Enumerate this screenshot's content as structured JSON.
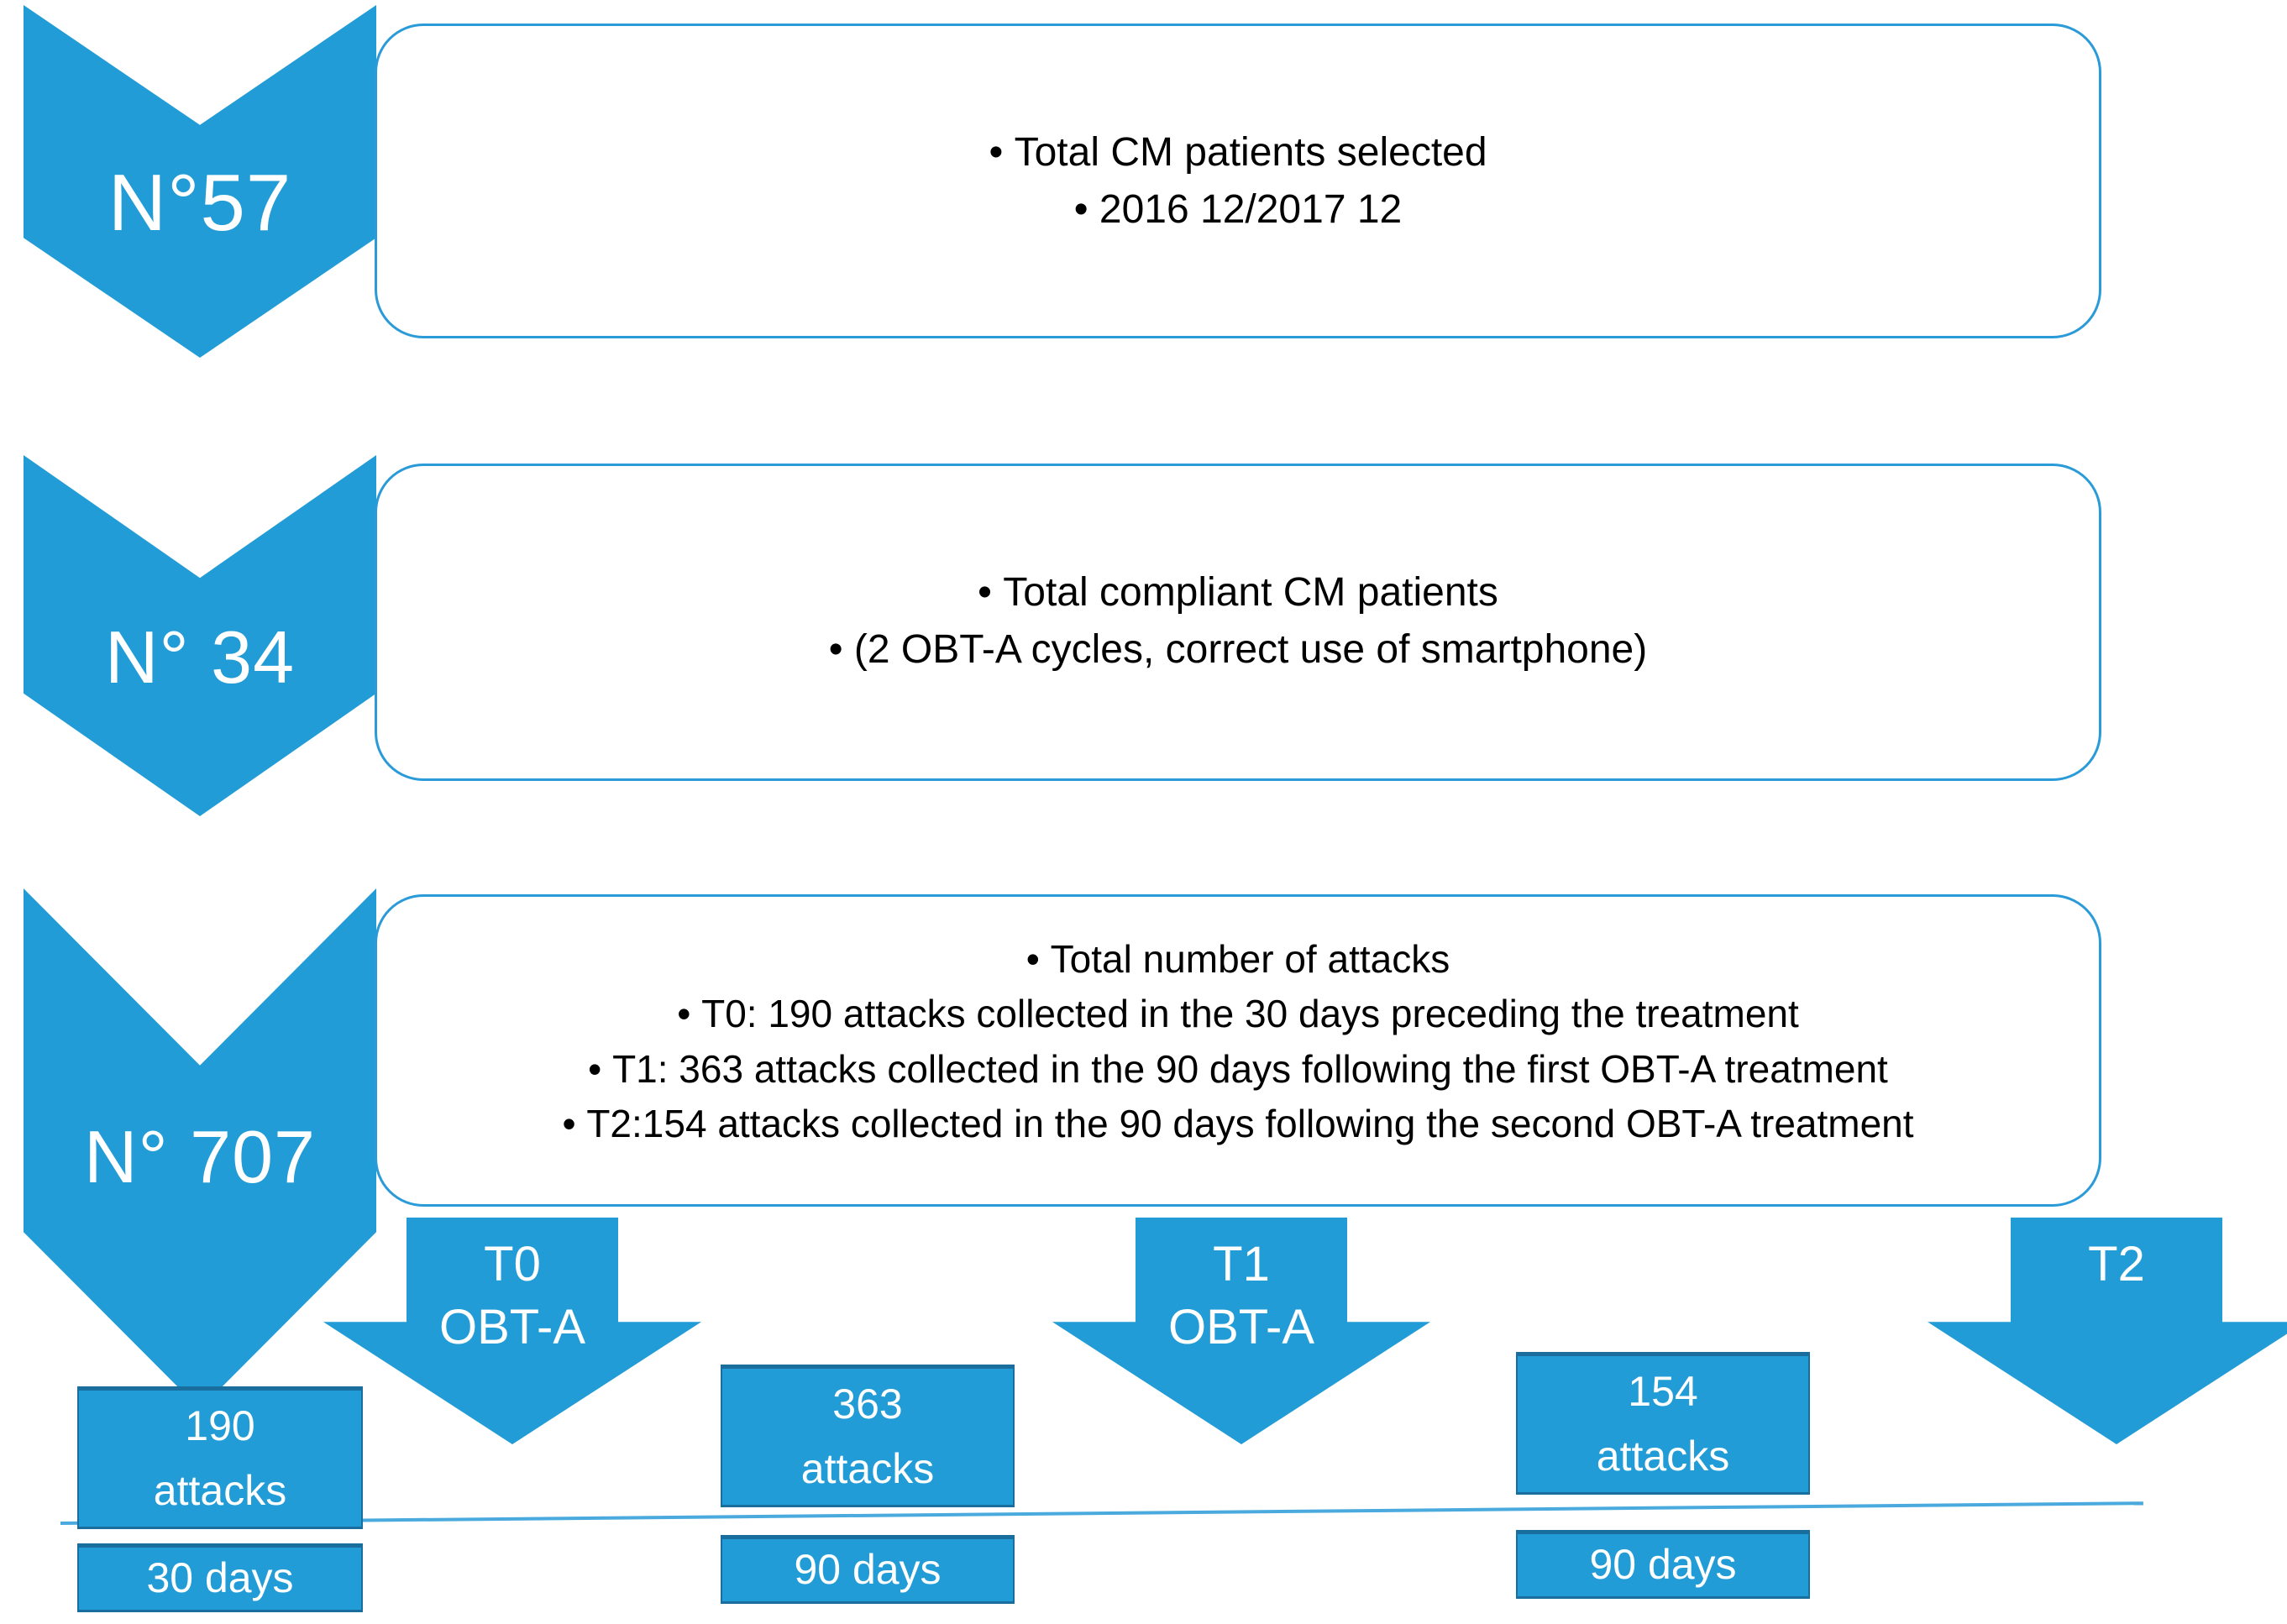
{
  "diagram": {
    "title": "Chronic Migraine OBT-A study flow",
    "accent_color": "#229CD6",
    "accent_dark": "#1A6E9E",
    "outline_color": "#2A9BD8",
    "text_color": "#000000"
  },
  "stages": [
    {
      "badge": "N°57",
      "bullets": [
        "Total CM patients selected",
        "2016 12/2017 12"
      ]
    },
    {
      "badge": "N° 34",
      "bullets": [
        "Total compliant CM patients",
        "(2 OBT-A cycles, correct use of smartphone)"
      ]
    },
    {
      "badge": "N° 707",
      "bullets": [
        "Total number of attacks",
        "T0: 190 attacks collected in the 30 days preceding the treatment",
        "T1: 363 attacks collected in the 90 days following the first OBT-A treatment",
        "T2:154 attacks collected in the 90 days following the second OBT-A treatment"
      ]
    }
  ],
  "timeline": {
    "treatment_arrows": [
      {
        "timepoint": "T0",
        "drug": "OBT-A"
      },
      {
        "timepoint": "T1",
        "drug": "OBT-A"
      },
      {
        "timepoint": "T2",
        "drug": ""
      }
    ],
    "attack_boxes": [
      {
        "count": "190",
        "unit": "attacks"
      },
      {
        "count": "363",
        "unit": "attacks"
      },
      {
        "count": "154",
        "unit": "attacks"
      }
    ],
    "duration_boxes": [
      {
        "label": "30 days"
      },
      {
        "label": "90 days"
      },
      {
        "label": "90 days"
      }
    ]
  }
}
